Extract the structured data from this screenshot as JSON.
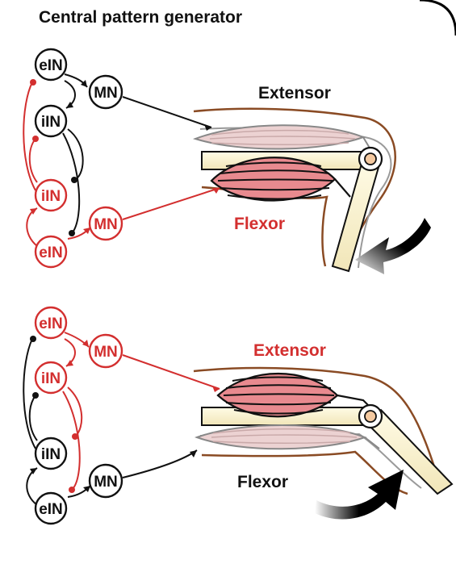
{
  "title": "Central pattern generator",
  "colors": {
    "active": "#d32f2f",
    "inactive": "#111111",
    "skin": "#8a4b24",
    "bone_fill": "#fbf5d8",
    "joint_fill": "#f4c9a0",
    "muscle_active": "#e88a8f",
    "muscle_inactive": "#ecd2d2"
  },
  "panels": [
    {
      "nodes": {
        "ein_top": "eIN",
        "iin_top": "iIN",
        "mn_top": "MN",
        "iin_bottom": "iIN",
        "mn_bottom": "MN",
        "ein_bottom": "eIN"
      },
      "upper_muscle_label": "Extensor",
      "lower_muscle_label": "Flexor",
      "arrow_direction": "flexion"
    },
    {
      "nodes": {
        "ein_top": "eIN",
        "iin_top": "iIN",
        "mn_top": "MN",
        "iin_bottom": "iIN",
        "mn_bottom": "MN",
        "ein_bottom": "eIN"
      },
      "upper_muscle_label": "Extensor",
      "lower_muscle_label": "Flexor",
      "arrow_direction": "extension"
    }
  ]
}
